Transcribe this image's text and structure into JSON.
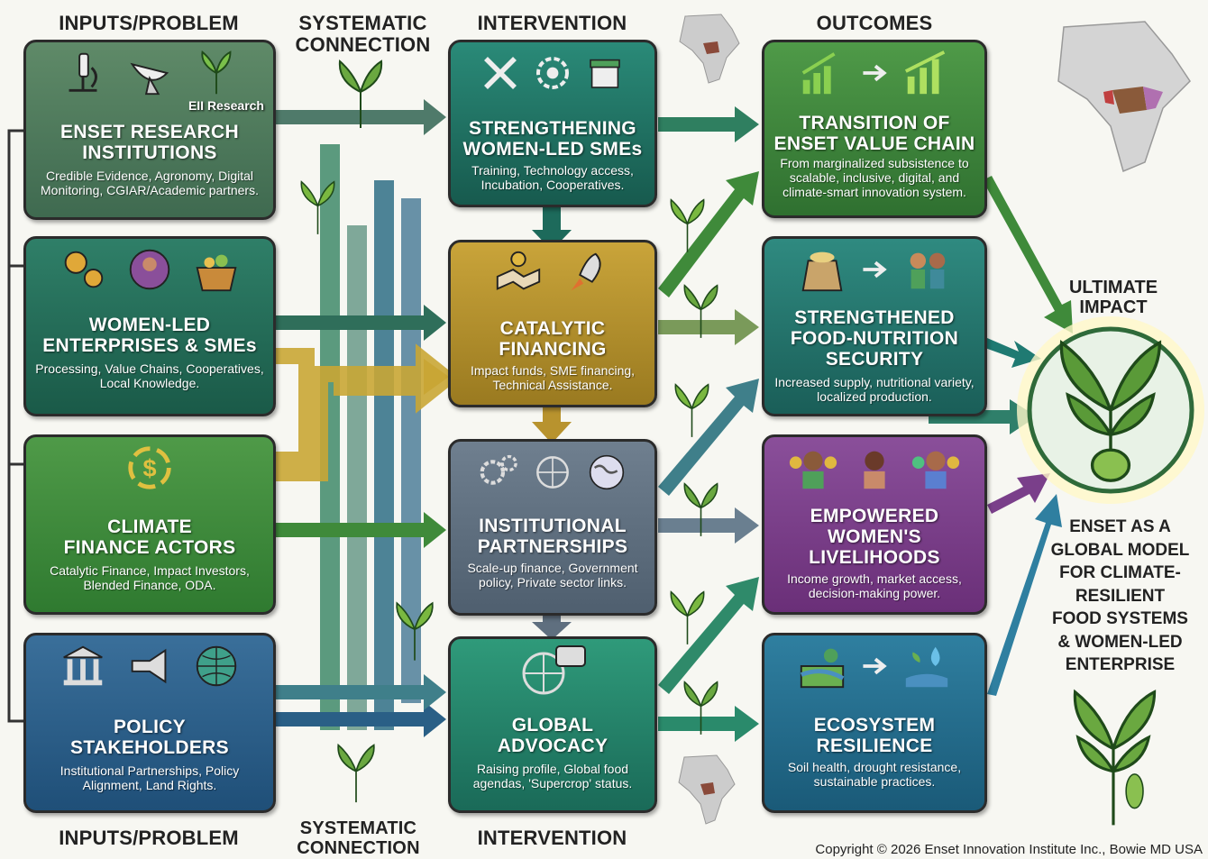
{
  "headers": {
    "top_inputs": "INPUTS/PROBLEM",
    "top_systematic": "SYSTEMATIC\nCONNECTION",
    "top_intervention": "INTERVENTION",
    "top_outcomes": "OUTCOMES",
    "bottom_inputs": "INPUTS/PROBLEM",
    "bottom_systematic": "SYSTEMATIC\nCONNECTION",
    "bottom_intervention": "INTERVENTION"
  },
  "inputs": [
    {
      "title": "ENSET RESEARCH\nINSTITUTIONS",
      "desc": "Credible Evidence, Agronomy, Digital Monitoring, CGIAR/Academic partners.",
      "tag": "EII Research",
      "color": "#4f7a5a"
    },
    {
      "title": "WOMEN-LED\nENTERPRISES & SMEs",
      "desc": "Processing, Value Chains, Cooperatives, Local Knowledge.",
      "color": "#1f6e5a"
    },
    {
      "title": "CLIMATE\nFINANCE ACTORS",
      "desc": "Catalytic Finance, Impact Investors, Blended Finance, ODA.",
      "color": "#3f8a3a"
    },
    {
      "title": "POLICY\nSTAKEHOLDERS",
      "desc": "Institutional Partnerships, Policy Alignment, Land Rights.",
      "color": "#2a5f86"
    }
  ],
  "interventions": [
    {
      "title": "STRENGTHENING\nWOMEN-LED SMEs",
      "desc": "Training, Technology access, Incubation, Cooperatives.",
      "color": "#1d7a6b"
    },
    {
      "title": "CATALYTIC\nFINANCING",
      "desc": "Impact funds, SME financing, Technical Assistance.",
      "color": "#b8932e"
    },
    {
      "title": "INSTITUTIONAL\nPARTNERSHIPS",
      "desc": "Scale-up finance, Government policy, Private sector links.",
      "color": "#5f6f7f"
    },
    {
      "title": "GLOBAL\nADVOCACY",
      "desc": "Raising profile, Global food agendas, 'Supercrop' status.",
      "color": "#2a8a6b"
    }
  ],
  "outcomes": [
    {
      "title": "TRANSITION OF\nENSET VALUE CHAIN",
      "desc": "From marginalized subsistence to scalable, inclusive, digital, and climate-smart innovation system.",
      "color": "#3f8a3a"
    },
    {
      "title": "STRENGTHENED\nFOOD-NUTRITION\nSECURITY",
      "desc": "Increased supply, nutritional variety, localized production.",
      "color": "#1f7a72"
    },
    {
      "title": "EMPOWERED\nWOMEN'S\nLIVELIHOODS",
      "desc": "Income growth, market access, decision-making power.",
      "color": "#7a3f8a"
    },
    {
      "title": "ECOSYSTEM\nRESILIENCE",
      "desc": "Soil health, drought resistance, sustainable practices.",
      "color": "#1f6e8a"
    }
  ],
  "impact": {
    "title": "ULTIMATE\nIMPACT",
    "statement": "ENSET AS A\nGLOBAL MODEL\nFOR CLIMATE-\nRESILIENT\nFOOD SYSTEMS\n& WOMEN-LED\nENTERPRISE"
  },
  "copyright": "Copyright © 2026 Enset Innovation Institute Inc., Bowie MD USA"
}
